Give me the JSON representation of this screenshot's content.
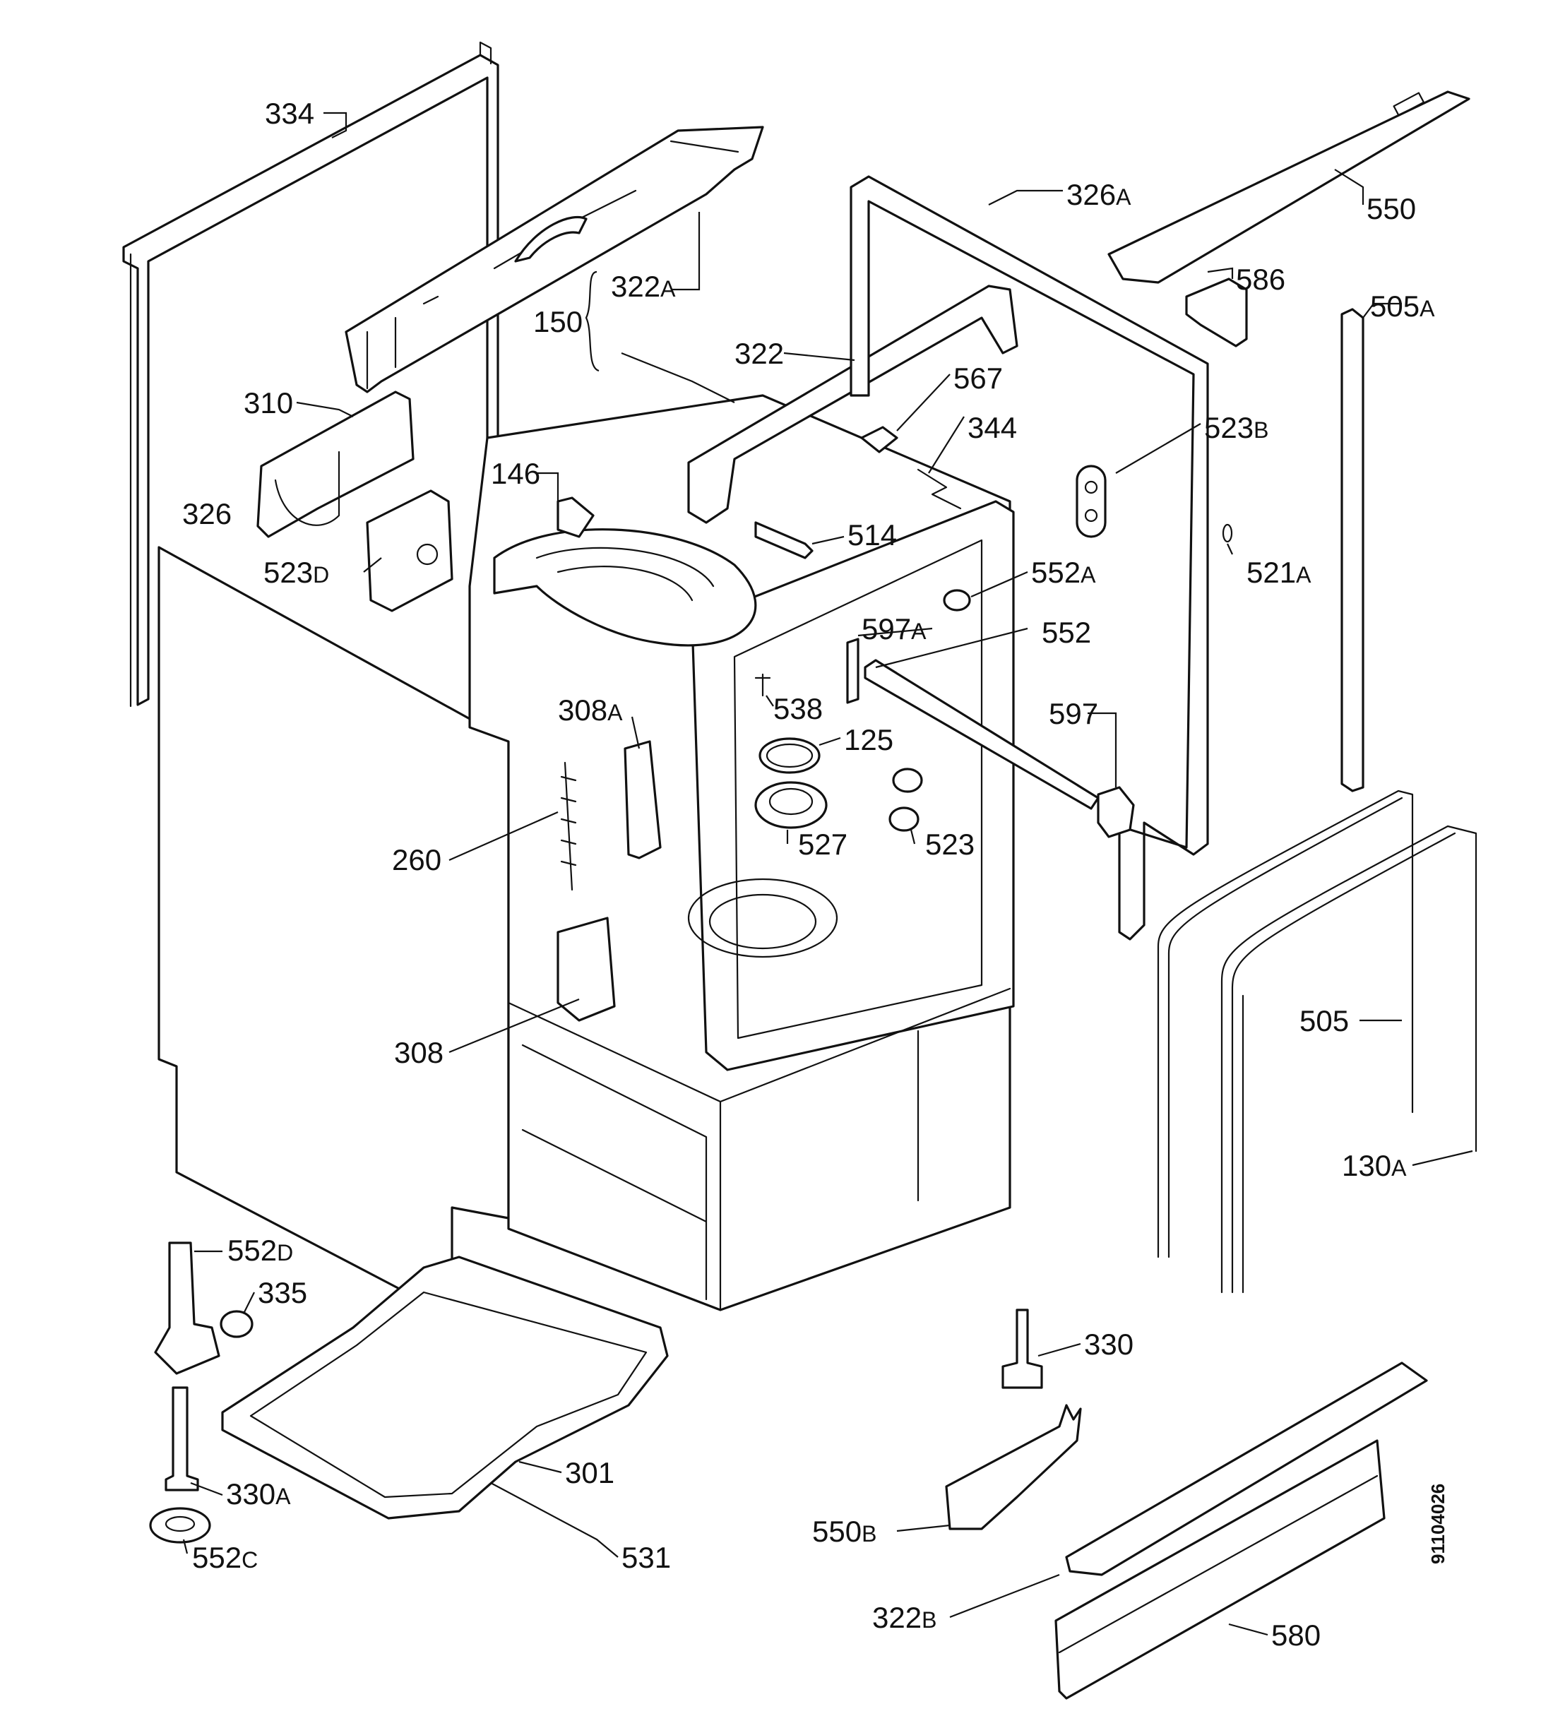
{
  "labels": {
    "l334": "334",
    "l322A": {
      "num": "322",
      "suf": "A"
    },
    "l150": "150",
    "l326A": {
      "num": "326",
      "suf": "A"
    },
    "l550": "550",
    "l586": "586",
    "l505A": {
      "num": "505",
      "suf": "A"
    },
    "l322": "322",
    "l567": "567",
    "l344": "344",
    "l523B": {
      "num": "523",
      "suf": "B"
    },
    "l310": "310",
    "l146": "146",
    "l326": "326",
    "l514": "514",
    "l521A": {
      "num": "521",
      "suf": "A"
    },
    "l523D": {
      "num": "523",
      "suf": "D"
    },
    "l552A": {
      "num": "552",
      "suf": "A"
    },
    "l597A": {
      "num": "597",
      "suf": "A"
    },
    "l552": "552",
    "l538": "538",
    "l308A": {
      "num": "308",
      "suf": "A"
    },
    "l125": "125",
    "l597": "597",
    "l527": "527",
    "l523": "523",
    "l260": "260",
    "l505": "505",
    "l308": "308",
    "l130A": {
      "num": "130",
      "suf": "A"
    },
    "l552D": {
      "num": "552",
      "suf": "D"
    },
    "l335": "335",
    "l330": "330",
    "l301": "301",
    "l330A": {
      "num": "330",
      "suf": "A"
    },
    "l550B": {
      "num": "550",
      "suf": "B"
    },
    "l552C": {
      "num": "552",
      "suf": "C"
    },
    "l531": "531",
    "l322B": {
      "num": "322",
      "suf": "B"
    },
    "l580": "580"
  },
  "doc_id": "91104026"
}
